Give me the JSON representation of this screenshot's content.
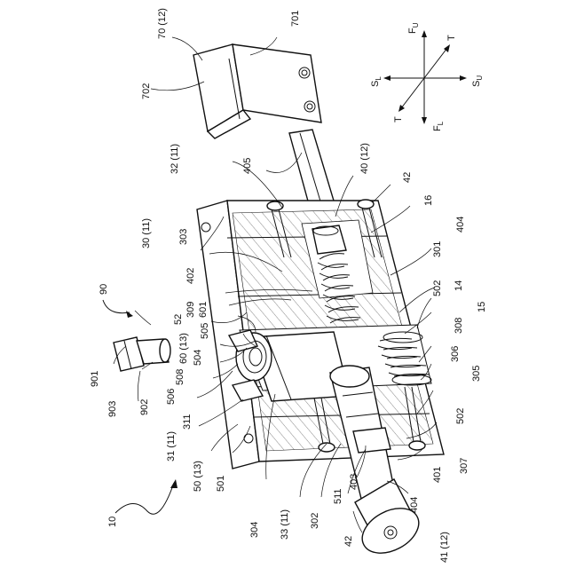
{
  "figure": {
    "labels": {
      "l10": "10",
      "l14": "14",
      "l15": "15",
      "l16": "16",
      "l30": "30 (11)",
      "l31": "31 (11)",
      "l32": "32 (11)",
      "l33": "33 (11)",
      "l40": "40 (12)",
      "l41": "41 (12)",
      "l42a": "42",
      "l42b": "42",
      "l50": "50 (13)",
      "l52": "52",
      "l60": "60 (13)",
      "l70": "70 (12)",
      "l90": "90",
      "l301": "301",
      "l302": "302",
      "l303": "303",
      "l304": "304",
      "l305": "305",
      "l306": "306",
      "l307": "307",
      "l308": "308",
      "l309": "309",
      "l311": "311",
      "l401": "401",
      "l402": "402",
      "l403": "403",
      "l404a": "404",
      "l404b": "404",
      "l405": "405",
      "l501": "501",
      "l502a": "502",
      "l502b": "502",
      "l504": "504",
      "l505": "505",
      "l506": "506",
      "l508": "508",
      "l511": "511",
      "l601": "601",
      "l701": "701",
      "l702": "702",
      "l901": "901",
      "l902": "902",
      "l903": "903"
    },
    "axes": {
      "fu": "F",
      "fu_sub": "U",
      "fl": "F",
      "fl_sub": "L",
      "sl": "S",
      "sl_sub": "L",
      "su": "S",
      "su_sub": "U",
      "t1": "T",
      "t2": "T"
    }
  }
}
